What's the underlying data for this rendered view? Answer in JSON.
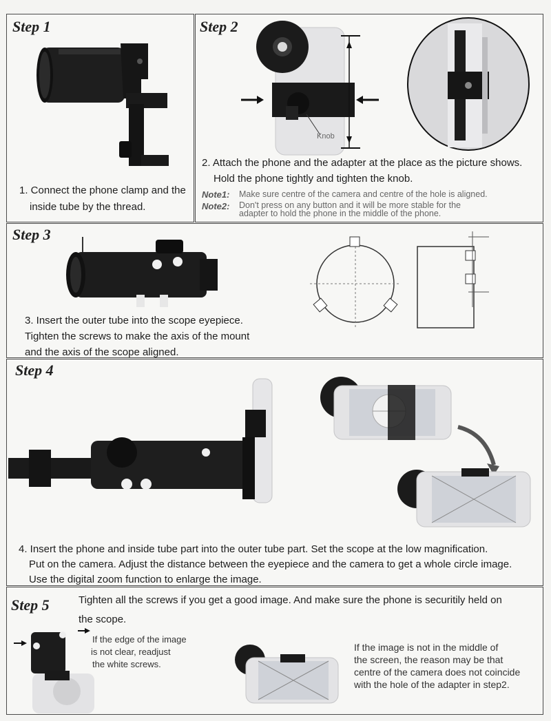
{
  "step1": {
    "title": "Step 1",
    "lines": [
      "1. Connect the phone clamp and the",
      "inside tube by the thread."
    ]
  },
  "step2": {
    "title": "Step 2",
    "knob_label": "Knob",
    "lines": [
      "2. Attach the phone and the adapter at the place as the picture shows.",
      "Hold the phone tightly and tighten the knob."
    ],
    "note1_label": "Note1:",
    "note1_text": "Make sure centre of the camera and centre of the hole is aligned.",
    "note2_label": "Note2:",
    "note2_lines": [
      "Don't press on any button and it will be more stable for the",
      "adapter to hold the phone in the middle of the phone."
    ]
  },
  "step3": {
    "title": "Step 3",
    "lines": [
      "3. Insert the outer tube into the scope eyepiece.",
      "Tighten the screws to make the axis of the mount",
      "and the axis of the scope aligned."
    ]
  },
  "step4": {
    "title": "Step 4",
    "lines": [
      "4.  Insert the phone and inside tube part into the outer tube part.  Set the scope at the low magnification.",
      "Put on the camera. Adjust the distance between the eyepiece and the camera to get a whole circle image.",
      "Use the digital zoom function to enlarge the image."
    ]
  },
  "step5": {
    "title": "Step 5",
    "lines": [
      "Tighten all the screws if you get a good image. And make sure the phone is securitily  held on",
      "the scope."
    ],
    "caption_left": [
      "If the edge of the image",
      "is not clear, readjust",
      "the white screws."
    ],
    "caption_right": [
      "If the image is not in the middle of",
      "the screen, the reason may be that",
      "centre of the camera does not coincide",
      "with the hole of the adapter in step2."
    ]
  },
  "colors": {
    "border": "#4a4a4a",
    "metal": "#1c1c1c",
    "phone": "#e3e3e5",
    "screen": "#c9ccd2"
  },
  "icons": [
    "arrow-right-icon",
    "arrow-left-icon",
    "curved-arrow-icon",
    "camera-lens-icon",
    "crosshair-icon"
  ]
}
